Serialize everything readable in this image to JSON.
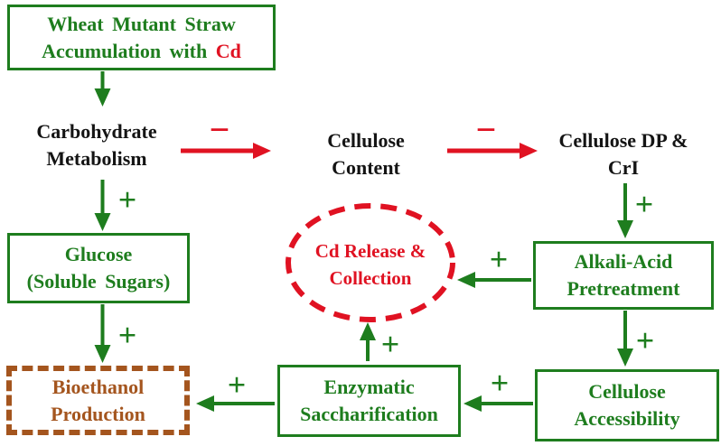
{
  "diagram": {
    "title": "Wheat mutant straw Cd accumulation to bioethanol production flow diagram",
    "symbols": {
      "plus": "+",
      "minus": "−"
    },
    "colors": {
      "green": "#1e7d1e",
      "red": "#e01222",
      "brown": "#a4551e",
      "black": "#141414"
    },
    "nodes": {
      "wheat": {
        "line1": "Wheat Mutant Straw",
        "line2_prefix": "Accumulation with ",
        "line2_highlight": "Cd"
      },
      "carbohydrate": {
        "line1": "Carbohydrate",
        "line2": "Metabolism"
      },
      "cellulose_content": {
        "line1": "Cellulose",
        "line2": "Content"
      },
      "cellulose_dp": {
        "line1": "Cellulose",
        "line2": "DP & CrI"
      },
      "glucose": {
        "line1": "Glucose",
        "line2": "(Soluble Sugars)"
      },
      "bioethanol": {
        "line1": "Bioethanol",
        "line2": "Production"
      },
      "cd_release": {
        "line1": "Cd Release &",
        "line2": "Collection"
      },
      "alkali": {
        "line1": "Alkali-Acid",
        "line2": "Pretreatment"
      },
      "cellulose_access": {
        "line1": "Cellulose",
        "line2": "Accessibility"
      },
      "enzymatic": {
        "line1": "Enzymatic",
        "line2": "Saccharification"
      }
    },
    "edges": [
      {
        "from": "wheat",
        "to": "carbohydrate",
        "sign": "",
        "color": "green"
      },
      {
        "from": "carbohydrate",
        "to": "cellulose_content",
        "sign": "−",
        "color": "red"
      },
      {
        "from": "cellulose_content",
        "to": "cellulose_dp",
        "sign": "−",
        "color": "red"
      },
      {
        "from": "carbohydrate",
        "to": "glucose",
        "sign": "+",
        "color": "green"
      },
      {
        "from": "glucose",
        "to": "bioethanol",
        "sign": "+",
        "color": "green"
      },
      {
        "from": "cellulose_dp",
        "to": "alkali",
        "sign": "+",
        "color": "green"
      },
      {
        "from": "alkali",
        "to": "cd_release",
        "sign": "+",
        "color": "green"
      },
      {
        "from": "alkali",
        "to": "cellulose_access",
        "sign": "+",
        "color": "green"
      },
      {
        "from": "cellulose_access",
        "to": "enzymatic",
        "sign": "+",
        "color": "green"
      },
      {
        "from": "enzymatic",
        "to": "cd_release",
        "sign": "+",
        "color": "green"
      },
      {
        "from": "enzymatic",
        "to": "bioethanol",
        "sign": "+",
        "color": "green"
      }
    ]
  }
}
